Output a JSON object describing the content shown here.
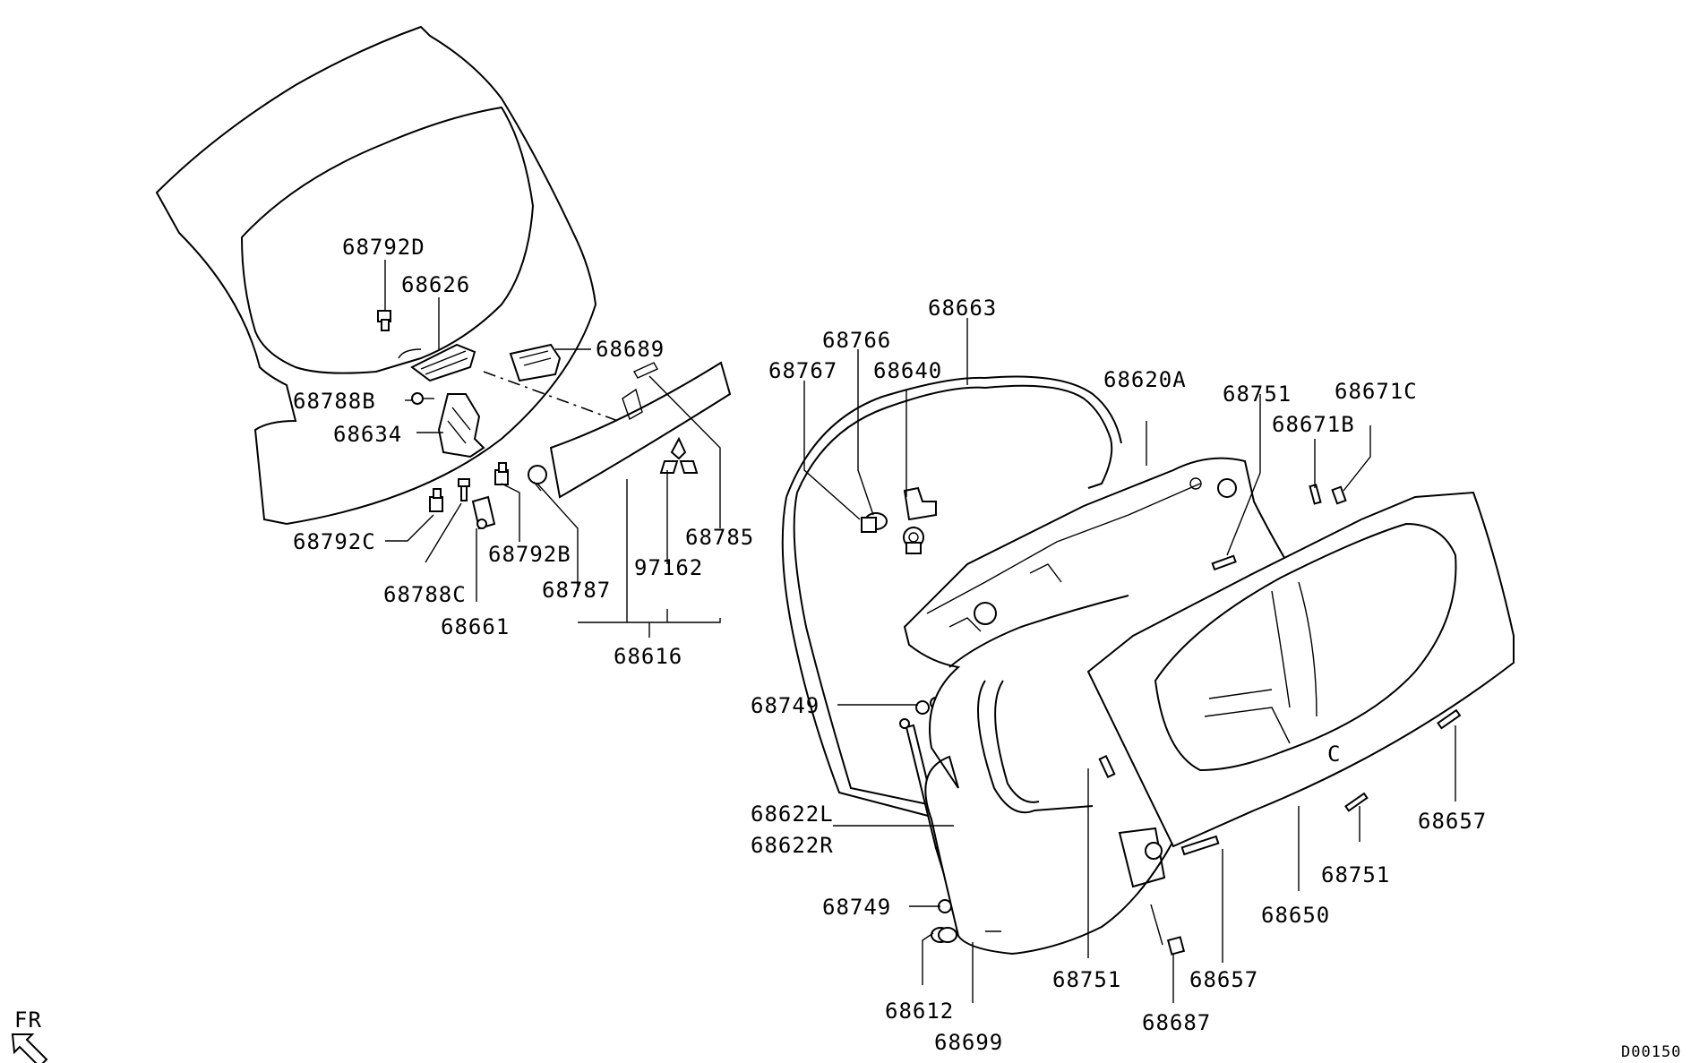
{
  "labels": {
    "l68792D": "68792D",
    "l68626": "68626",
    "l68788B": "68788B",
    "l68634": "68634",
    "l68792C": "68792C",
    "l68788C": "68788C",
    "l68661": "68661",
    "l68792B": "68792B",
    "l68787": "68787",
    "l68689": "68689",
    "l97162": "97162",
    "l68785": "68785",
    "l68616": "68616",
    "l68663": "68663",
    "l68766": "68766",
    "l68767": "68767",
    "l68640": "68640",
    "l68620A": "68620A",
    "l68751a": "68751",
    "l68671C": "68671C",
    "l68671B": "68671B",
    "l68749a": "68749",
    "l68622L": "68622L",
    "l68622R": "68622R",
    "l68749b": "68749",
    "l68612": "68612",
    "l68699": "68699",
    "l68751b": "68751",
    "l68687": "68687",
    "l68657a": "68657",
    "l68650": "68650",
    "l68751c": "68751",
    "l68657b": "68657",
    "glassMark": "C"
  },
  "direction": {
    "label": "FR",
    "icon": "arrow-up-left-icon"
  },
  "drawing_code": "D00150"
}
